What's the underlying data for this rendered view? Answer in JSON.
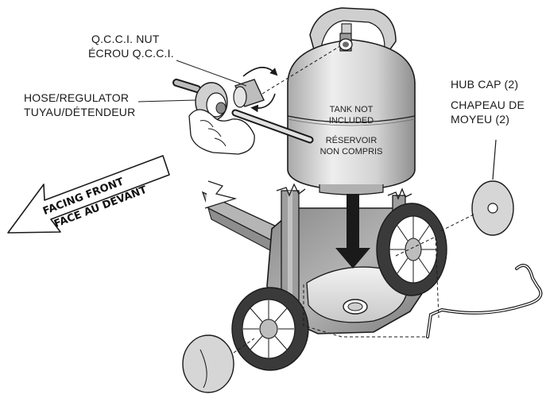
{
  "labels": {
    "qcci_en": "Q.C.C.I. NUT",
    "qcci_fr": "ÉCROU Q.C.C.I.",
    "hose_en": "HOSE/REGULATOR",
    "hose_fr": "TUYAU/DÉTENDEUR",
    "hub_en": "HUB CAP (2)",
    "hub_fr_1": "CHAPEAU DE",
    "hub_fr_2": "MOYEU (2)",
    "tank_en_1": "TANK NOT",
    "tank_en_2": "INCLUDED",
    "tank_fr_1": "RÉSERVOIR",
    "tank_fr_2": "NON COMPRIS",
    "facing_en": "FACING FRONT",
    "facing_fr": "FACE AU DEVANT"
  },
  "colors": {
    "tank_light": "#e6e6e6",
    "tank_mid": "#bdbdbd",
    "tank_dark": "#8c8c8c",
    "base_gray": "#9a9a9a",
    "base_dark": "#6e6e6e",
    "tire_dark": "#3a3a3a",
    "line": "#1a1a1a"
  }
}
